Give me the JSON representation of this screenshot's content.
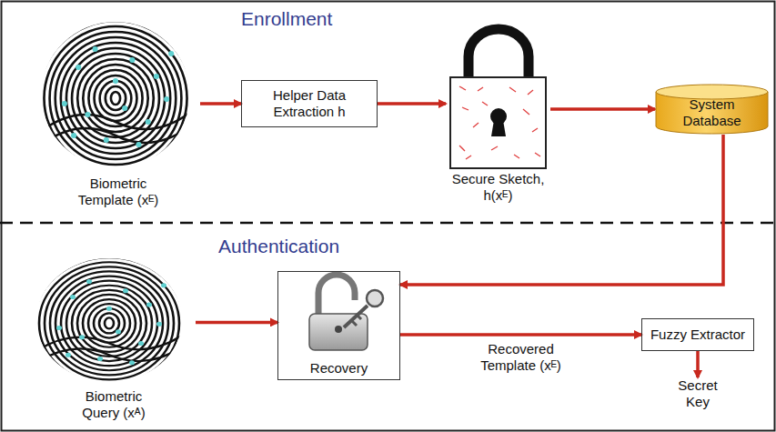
{
  "diagram": {
    "nodes": [
      {
        "text": [
          "Biometric Template (xᴱ)"
        ]
      },
      {
        "text": [
          "Helper Data Extraction h"
        ]
      },
      {
        "text": [
          "Secure Sketch, h(xᴱ)"
        ]
      },
      {
        "text": [
          "System Database"
        ]
      },
      {
        "text": [
          "Biometric Query (xᴬ)"
        ]
      },
      {
        "text": [
          "Recovery"
        ]
      },
      {
        "text": [
          "Fuzzy Extractor"
        ]
      },
      {
        "text": [
          "Secret Key"
        ]
      }
    ],
    "edges": [
      {
        "from": 0,
        "to": 1,
        "arrow": "to"
      },
      {
        "from": 1,
        "to": 2,
        "arrow": "to"
      },
      {
        "from": 2,
        "to": 3,
        "arrow": "to"
      },
      {
        "from": 3,
        "to": 5,
        "arrow": "to"
      },
      {
        "from": 4,
        "to": 5,
        "arrow": "to"
      },
      {
        "from": 5,
        "to": 6,
        "label": "Recovered Template (xᴱ)",
        "arrow": "to"
      },
      {
        "from": 6,
        "to": 7,
        "arrow": "to"
      }
    ],
    "labels": [
      "Enrollment",
      "Authentication"
    ]
  }
}
